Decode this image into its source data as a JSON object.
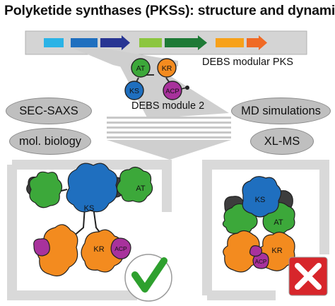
{
  "title": "Polyketide synthases (PKSs): structure and dynamics",
  "labels": {
    "debs_pks": "DEBS modular PKS",
    "debs_module": "DEBS module 2"
  },
  "methods": {
    "sec_saxs": "SEC-SAXS",
    "mol_biology": "mol. biology",
    "md_simulations": "MD simulations",
    "xl_ms": "XL-MS"
  },
  "module_domains": {
    "at": "AT",
    "kr": "KR",
    "ks": "KS",
    "acp": "ACP"
  },
  "model_left": {
    "ks": "KS",
    "at": "AT",
    "kr": "KR",
    "acp": "ACP",
    "verdict": "check",
    "verdict_color": "#2ea02e"
  },
  "model_right": {
    "ks": "KS",
    "at": "AT",
    "kr": "KR",
    "acp": "ACP",
    "verdict": "cross",
    "verdict_color": "#d7262b"
  },
  "colors": {
    "ks": "#1f6fbf",
    "at": "#3ca83a",
    "kr": "#f38b1f",
    "acp": "#a8329c",
    "dimer": "#3d3d3d",
    "panel": "#d9d9d9",
    "pill": "#bfbfbf"
  }
}
